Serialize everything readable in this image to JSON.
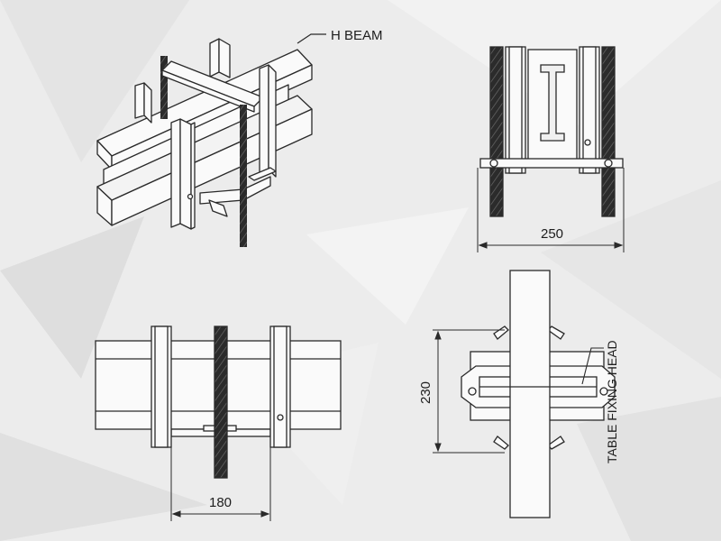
{
  "labels": {
    "h_beam": "H BEAM",
    "table_fixing_head": "TABLE FIXING HEAD"
  },
  "dimensions": {
    "front_width": "250",
    "top_height": "230",
    "side_width": "180"
  },
  "colors": {
    "background": "#ededed",
    "line": "#2a2a2a",
    "rod": "#2b2b2b",
    "part_fill": "#fafafa"
  }
}
